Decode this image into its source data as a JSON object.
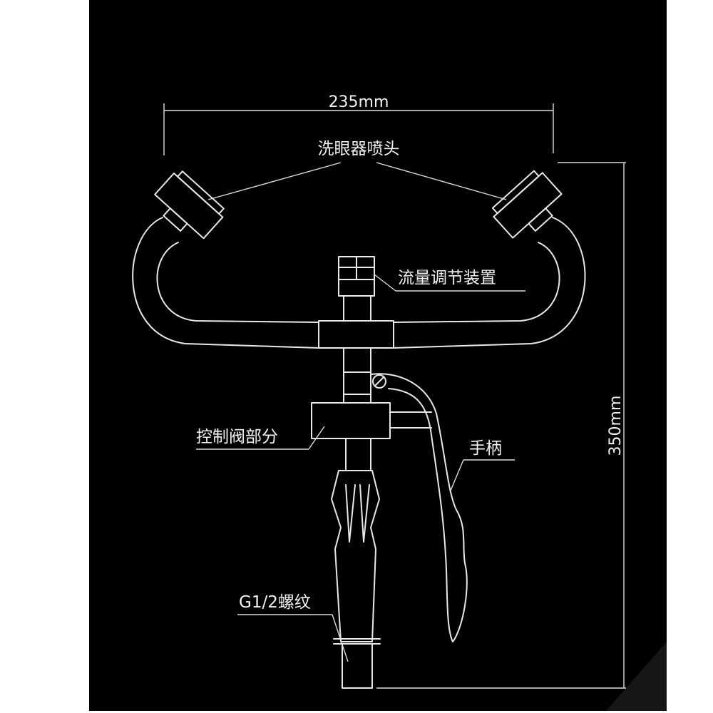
{
  "colors": {
    "background": "#000000",
    "line": "#e8e8e8",
    "text": "#f2f2f2",
    "page": "#ffffff"
  },
  "labels": {
    "width_dim": "235mm",
    "height_dim": "350mm",
    "nozzle": "洗眼器喷头",
    "flow_regulator": "流量调节装置",
    "control_valve": "控制阀部分",
    "handle": "手柄",
    "thread": "G1/2螺纹"
  }
}
